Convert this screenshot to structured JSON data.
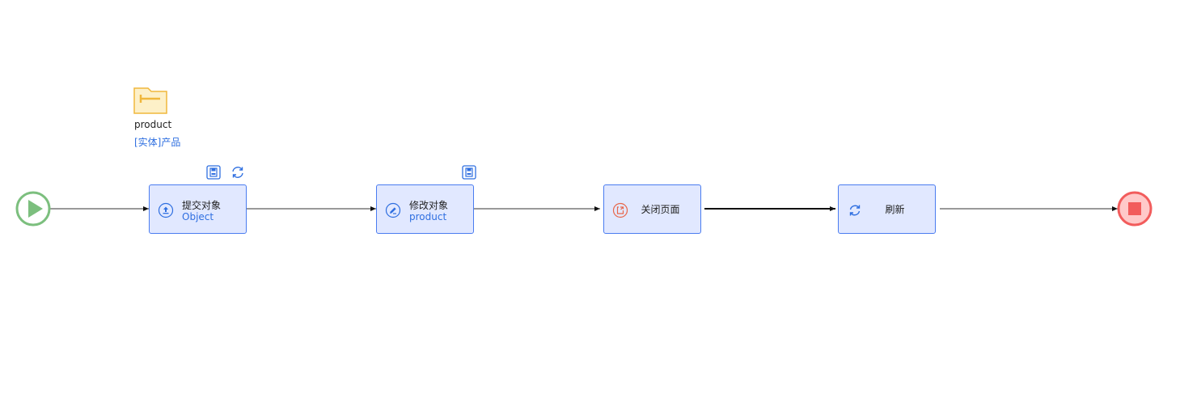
{
  "entity": {
    "name": "product",
    "label": "[实体]产品",
    "icon": "entity-folder-icon"
  },
  "start_icon": "play-icon",
  "end_icon": "stop-icon",
  "nodes": [
    {
      "id": "submit",
      "title": "提交对象",
      "subtitle": "Object",
      "icon": "upload-icon",
      "badges": [
        "save-icon",
        "refresh-icon"
      ]
    },
    {
      "id": "modify",
      "title": "修改对象",
      "subtitle": "product",
      "icon": "edit-icon",
      "badges": [
        "save-icon"
      ]
    },
    {
      "id": "close",
      "title": "关闭页面",
      "icon": "close-page-icon"
    },
    {
      "id": "refresh",
      "title": "刷新",
      "icon": "refresh-icon"
    }
  ],
  "colors": {
    "node_fill": "#e1e8ff",
    "node_border": "#4a7cf0",
    "accent_blue": "#2f6fe0",
    "start_green": "#7cbf7e",
    "end_red": "#f25c5c",
    "end_fill": "#ffc9c9",
    "entity_folder": "#f0b73c",
    "entity_folder_fill": "#fdf0c8",
    "close_icon_red": "#e8664a",
    "edge": "#333333"
  }
}
